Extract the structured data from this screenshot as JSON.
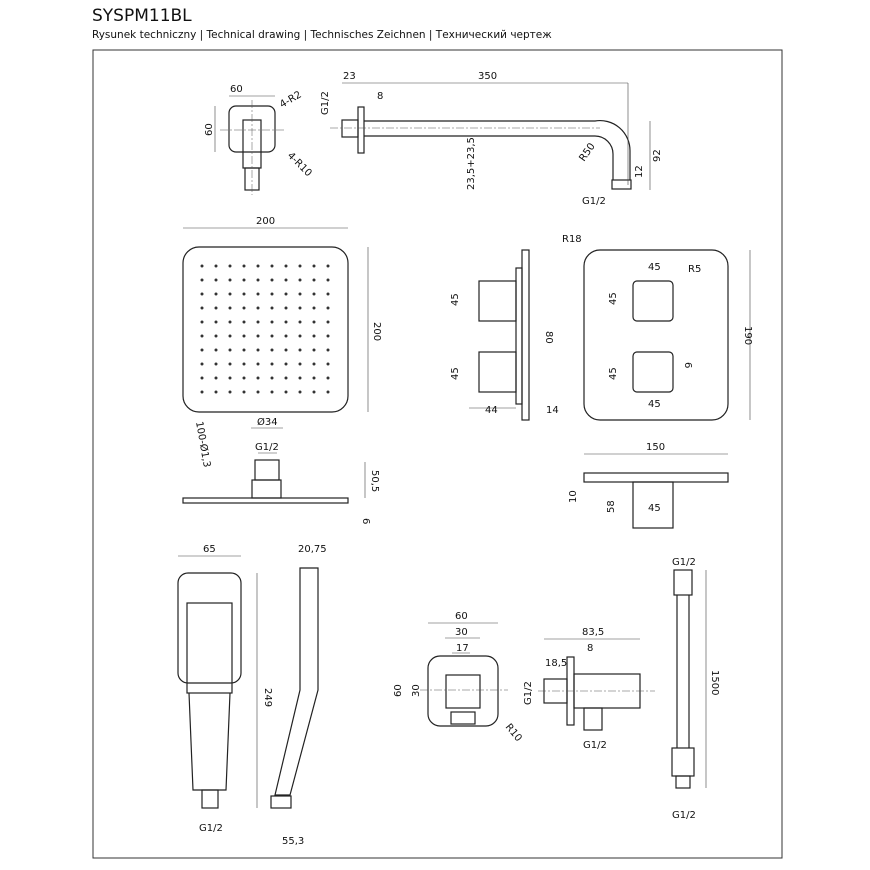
{
  "header": {
    "title": "SYSPM11BL",
    "subtitle": "Rysunek techniczny | Technical drawing | Technisches Zeichnen | Технический чертеж"
  },
  "wall_bracket": {
    "width": "60",
    "height": "60",
    "r_small": "4-R2",
    "r_large": "4-R10"
  },
  "shower_arm": {
    "d23": "23",
    "length": "350",
    "d8": "8",
    "thread_in": "G1/2",
    "tube": "23,5+23,5",
    "radius": "R50",
    "d12": "12",
    "drop": "92",
    "thread_out": "G1/2"
  },
  "head_shower": {
    "width": "200",
    "height": "200",
    "nozzles": "100-Ø1,3",
    "connector": "Ø34",
    "thread": "G1/2",
    "h50": "50,5",
    "thickness": "6"
  },
  "thermostat_side": {
    "knob1": "45",
    "knob2": "45",
    "spacing": "80",
    "depth": "44",
    "plate": "14"
  },
  "thermostat_front": {
    "corner": "R18",
    "knob_w_top": "45",
    "knob_r": "R5",
    "knob_h_top": "45",
    "gap": "6",
    "knob_h_bottom": "45",
    "knob_w_bottom": "45",
    "height": "190"
  },
  "thermostat_bottom": {
    "width": "150",
    "plate": "10",
    "depth": "58",
    "knob": "45"
  },
  "hand_shower": {
    "width": "65",
    "thickness": "20,75",
    "length": "249",
    "thread": "G1/2",
    "tilt": "55,3"
  },
  "outlet_front": {
    "w60": "60",
    "w30": "30",
    "w17": "17",
    "h60": "60",
    "h30": "30",
    "radius": "R10"
  },
  "outlet_side": {
    "length": "83,5",
    "d8": "8",
    "d18": "18,5",
    "thread_in": "G1/2",
    "thread_out": "G1/2"
  },
  "hose": {
    "thread_top": "G1/2",
    "length": "1500",
    "thread_bottom": "G1/2"
  }
}
